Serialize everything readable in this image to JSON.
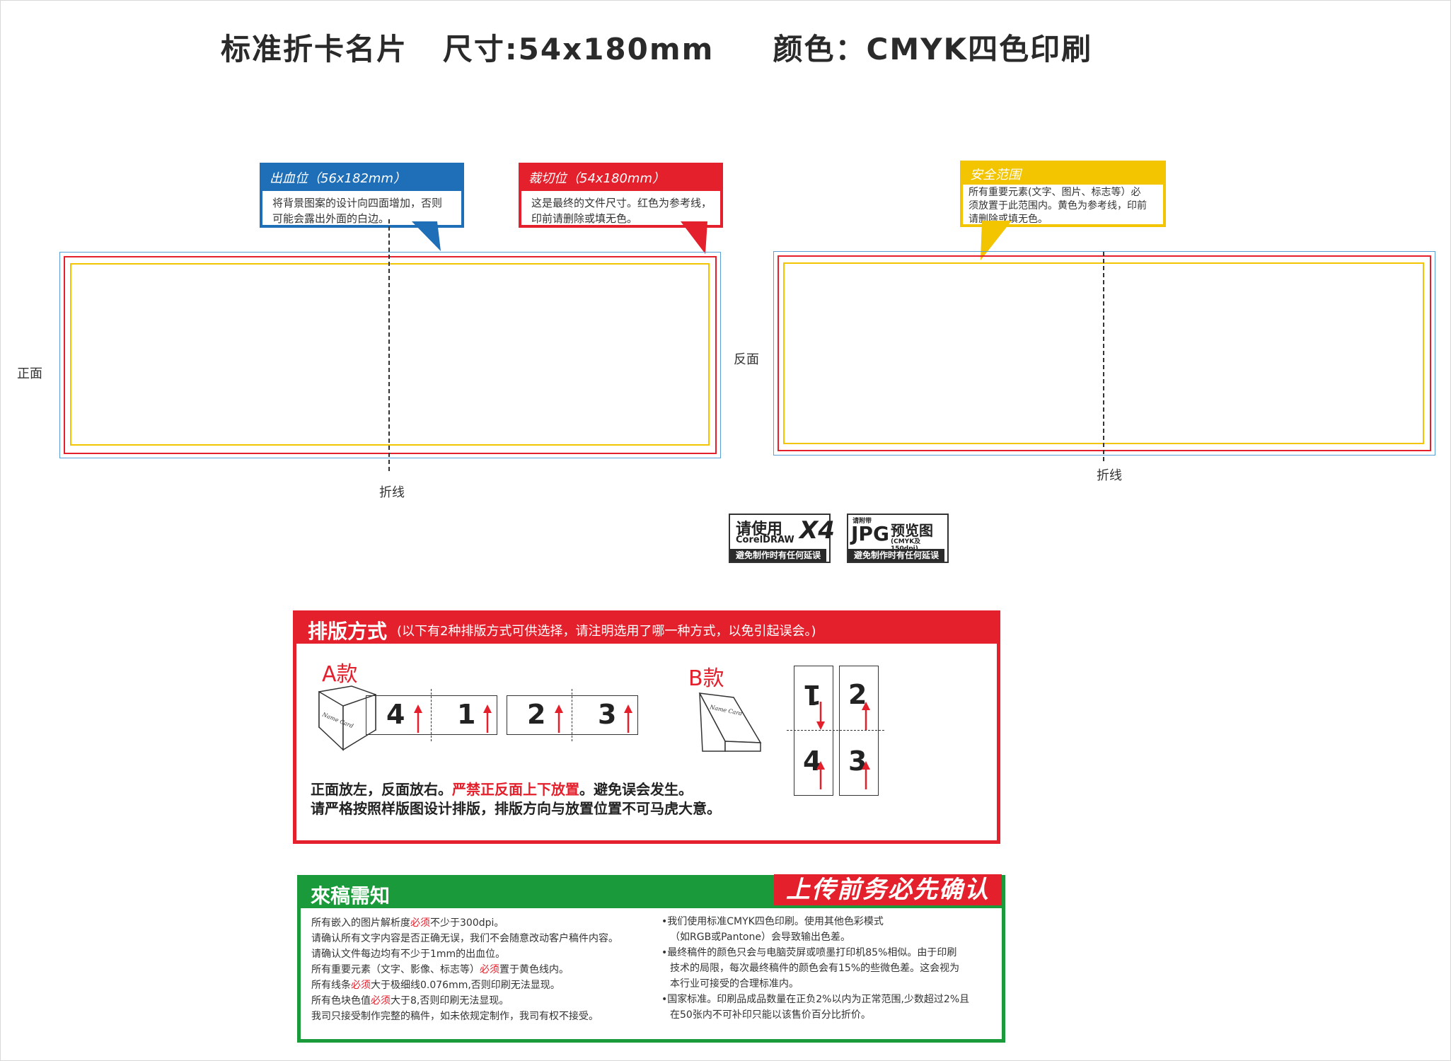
{
  "title": "标准折卡名片   尺寸:54x180mm     颜色：CMYK四色印刷",
  "colors": {
    "blue": "#1f6eb8",
    "red": "#e3202c",
    "yellow": "#f2c500",
    "green": "#1a9a3a"
  },
  "callouts": {
    "bleed": {
      "title": "出血位（56x182mm）",
      "lines": [
        "将背景图案的设计向四面增加，否则",
        "可能会露出外面的白边。"
      ]
    },
    "trim": {
      "title": "裁切位（54x180mm）",
      "lines": [
        "这是最终的文件尺寸。红色为参考线，",
        "印前请删除或填无色。"
      ]
    },
    "safe": {
      "title": "安全范围",
      "lines": [
        "所有重要元素(文字、图片、标志等）必",
        "须放置于此范围内。黄色为参考线，印前",
        "请删除或填无色。"
      ]
    }
  },
  "labels": {
    "front": "正面",
    "back": "反面",
    "fold": "折线"
  },
  "badges": {
    "coreldraw": {
      "line1": "请使用",
      "line2": "CorelDRAW",
      "version": "X4",
      "bottom": "避免制作时有任何延误"
    },
    "jpg": {
      "small": "请附带",
      "big": "JPG",
      "line1": "预览图",
      "line2": "(CMYK及150dpi)",
      "bottom": "避免制作时有任何延误"
    }
  },
  "layout": {
    "heading": "排版方式",
    "subheading": "(以下有2种排版方式可供选择，请注明选用了哪一种方式，以免引起误会。)",
    "style_a": "A款",
    "style_b": "B款",
    "card_text": "Name Card",
    "a_panels": [
      [
        "4",
        "1"
      ],
      [
        "2",
        "3"
      ]
    ],
    "b_panels": [
      [
        "1",
        "2"
      ],
      [
        "4",
        "3"
      ]
    ],
    "note1_a": "正面放左，反面放右。",
    "note1_red": "严禁正反面上下放置",
    "note1_b": "。避免误会发生。",
    "note2": "请严格按照样版图设计排版，排版方向与放置位置不可马虎大意。"
  },
  "notice": {
    "heading": "來稿需知",
    "banner": "上传前务必先确认",
    "left": [
      {
        "a": "所有嵌入的图片解析度",
        "hl": "必须",
        "b": "不少于300dpi。"
      },
      {
        "a": "请确认所有文字内容是否正确无误，我们不会随意改动客户稿件内容。",
        "hl": "",
        "b": ""
      },
      {
        "a": "请确认文件每边均有不少于1mm的出血位。",
        "hl": "",
        "b": ""
      },
      {
        "a": "所有重要元素（文字、影像、标志等）",
        "hl": "必须",
        "b": "置于黄色线内。"
      },
      {
        "a": "所有线条",
        "hl": "必须",
        "b": "大于极细线0.076mm,否则印刷无法显现。"
      },
      {
        "a": "所有色块色值",
        "hl": "必须",
        "b": "大于8,否则印刷无法显现。"
      },
      {
        "a": "我司只接受制作完整的稿件，如未依规定制作，我司有权不接受。",
        "hl": "",
        "b": ""
      }
    ],
    "right": [
      "•我们使用标准CMYK四色印刷。使用其他色彩模式",
      "（如RGB或Pantone）会导致输出色差。",
      "•最终稿件的颜色只会与电脑荧屏或喷墨打印机85%相似。由于印刷",
      "技术的局限，每次最终稿件的颜色会有15%的些微色差。这会视为",
      "本行业可接受的合理标准内。",
      "•国家标准。印刷品成品数量在正负2%以内为正常范围,少数超过2%且",
      "在50张内不可补印只能以该售价百分比折价。"
    ]
  }
}
